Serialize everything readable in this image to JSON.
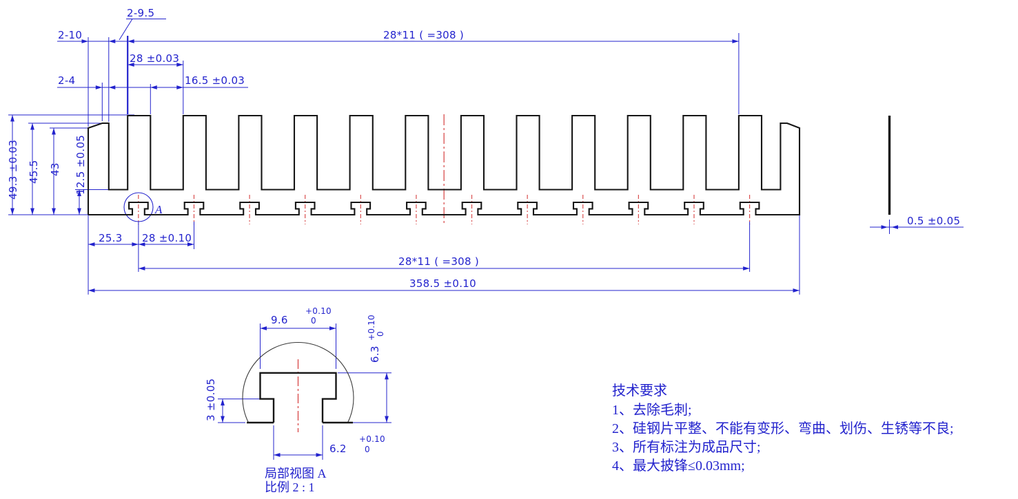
{
  "top_dimensions": {
    "end_slot_note": "2-9.5",
    "end_tab_width": "2-10",
    "tooth_pitch": "28 ±0.03",
    "end_flat": "2-4",
    "slot_width": "16.5 ±0.03",
    "pitch_total": "28*11 ( =308 )"
  },
  "left_dimensions": {
    "overall_height": "49.3 ±0.03",
    "tab_height": "45.5",
    "chamfer_height": "43",
    "base_height": "12.5 ±0.05"
  },
  "bottom_dimensions": {
    "edge_to_first_slot": "25.3",
    "slot_pitch": "28 ±0.10",
    "pitch_total": "28*11 ( =308 )",
    "overall_length": "358.5 ±0.10"
  },
  "side_view": {
    "thickness": "0.5 ±0.05"
  },
  "detail_marker": {
    "label": "A"
  },
  "detail_view": {
    "top_width": "9.6",
    "top_width_tol_upper": "+0.10",
    "top_width_tol_lower": "0",
    "depth": "6.3",
    "depth_tol_upper": "+0.10",
    "depth_tol_lower": "0",
    "step_height": "3 ±0.05",
    "neck_width": "6.2",
    "neck_width_tol_upper": "+0.10",
    "neck_width_tol_lower": "0",
    "caption": "局部视图 A",
    "scale_note": "比例 2 : 1"
  },
  "technical_requirements": {
    "title": "技术要求",
    "items": [
      "1、去除毛刺;",
      "2、硅钢片平整、不能有变形、弯曲、划伤、生锈等不良;",
      "3、所有标注为成品尺寸;",
      "4、最大披锋≤0.03mm;"
    ]
  },
  "colors": {
    "dimension_blue": "#2323cd",
    "outline_black": "#161616",
    "centerline_red": "#d94f4f"
  }
}
